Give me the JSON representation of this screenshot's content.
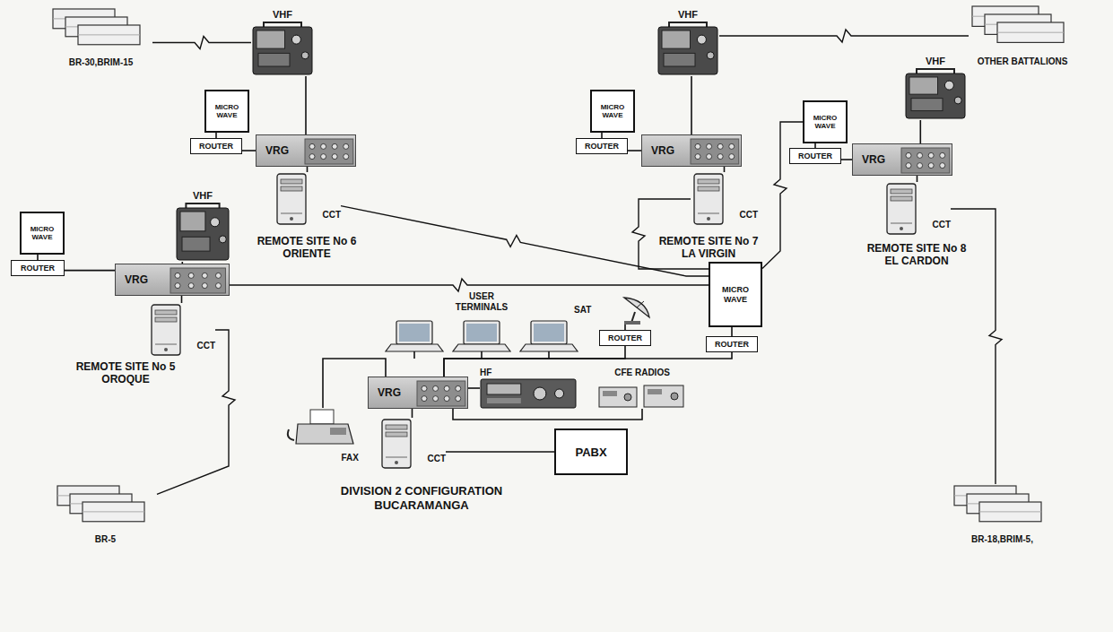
{
  "diagram": {
    "nodes": [
      {
        "text": [
          "BR-30,BRIM-15"
        ]
      },
      {
        "text": [
          "VHF"
        ]
      },
      {
        "text": [
          "MICRO WAVE"
        ]
      },
      {
        "text": [
          "ROUTER"
        ]
      },
      {
        "text": [
          "VRG"
        ]
      },
      {
        "text": [
          "CCT"
        ]
      },
      {
        "text": [
          "VHF"
        ]
      },
      {
        "text": [
          "MICRO WAVE"
        ]
      },
      {
        "text": [
          "ROUTER"
        ]
      },
      {
        "text": [
          "VRG"
        ]
      },
      {
        "text": [
          "CCT"
        ]
      },
      {
        "text": [
          "OTHER BATTALIONS"
        ]
      },
      {
        "text": [
          "VHF"
        ]
      },
      {
        "text": [
          "MICRO WAVE"
        ]
      },
      {
        "text": [
          "ROUTER"
        ]
      },
      {
        "text": [
          "VRG"
        ]
      },
      {
        "text": [
          "CCT"
        ]
      },
      {
        "text": [
          "BR-5"
        ]
      },
      {
        "text": [
          "VHF"
        ]
      },
      {
        "text": [
          "MICRO WAVE"
        ]
      },
      {
        "text": [
          "ROUTER"
        ]
      },
      {
        "text": [
          "VRG"
        ]
      },
      {
        "text": [
          "CCT"
        ]
      },
      {
        "text": [
          "BR-18,BRIM-5,"
        ]
      },
      {
        "text": [
          "SAT"
        ]
      },
      {
        "text": [
          "MICRO WAVE"
        ]
      },
      {
        "text": [
          "ROUTER"
        ]
      },
      {
        "text": [
          "ROUTER"
        ]
      },
      {
        "text": [
          "VRG"
        ]
      },
      {
        "text": [
          "HF"
        ]
      },
      {
        "text": [
          "CFE RADIOS"
        ]
      },
      {
        "text": [
          "FAX"
        ]
      },
      {
        "text": [
          "CCT"
        ]
      },
      {
        "text": [
          "PABX"
        ]
      }
    ],
    "edges": [
      {
        "from": 0,
        "to": 1,
        "arrow": "none"
      },
      {
        "from": 1,
        "to": 4,
        "arrow": "none"
      },
      {
        "from": 2,
        "to": 3,
        "arrow": "none"
      },
      {
        "from": 3,
        "to": 4,
        "arrow": "none"
      },
      {
        "from": 4,
        "to": 5,
        "arrow": "none"
      },
      {
        "from": 6,
        "to": 11,
        "arrow": "none"
      },
      {
        "from": 6,
        "to": 9,
        "arrow": "none"
      },
      {
        "from": 7,
        "to": 8,
        "arrow": "none"
      },
      {
        "from": 8,
        "to": 9,
        "arrow": "none"
      },
      {
        "from": 9,
        "to": 10,
        "arrow": "none"
      },
      {
        "from": 12,
        "to": 15,
        "arrow": "none"
      },
      {
        "from": 13,
        "to": 14,
        "arrow": "none"
      },
      {
        "from": 14,
        "to": 15,
        "arrow": "none"
      },
      {
        "from": 15,
        "to": 16,
        "arrow": "none"
      },
      {
        "from": 16,
        "to": 17,
        "arrow": "none"
      },
      {
        "from": 18,
        "to": 21,
        "arrow": "none"
      },
      {
        "from": 19,
        "to": 20,
        "arrow": "none"
      },
      {
        "from": 20,
        "to": 21,
        "arrow": "none"
      },
      {
        "from": 21,
        "to": 22,
        "arrow": "none"
      },
      {
        "from": 22,
        "to": 23,
        "arrow": "none"
      },
      {
        "from": 5,
        "to": 25,
        "arrow": "none"
      },
      {
        "from": 10,
        "to": 25,
        "arrow": "none"
      },
      {
        "from": 15,
        "to": 25,
        "arrow": "none"
      },
      {
        "from": 19,
        "to": 25,
        "arrow": "none"
      },
      {
        "from": 24,
        "to": 26,
        "arrow": "none"
      },
      {
        "from": 25,
        "to": 27,
        "arrow": "none"
      },
      {
        "from": 26,
        "to": 28,
        "arrow": "none"
      },
      {
        "from": 27,
        "to": 28,
        "arrow": "none"
      },
      {
        "from": 31,
        "to": 28,
        "arrow": "none"
      },
      {
        "from": 28,
        "to": 32,
        "arrow": "none"
      },
      {
        "from": 28,
        "to": 29,
        "arrow": "none"
      },
      {
        "from": 28,
        "to": 30,
        "arrow": "none"
      },
      {
        "from": 32,
        "to": 33,
        "arrow": "none"
      }
    ],
    "labels": [
      "REMOTE SITE No 6 ORIENTE",
      "REMOTE SITE No 7 LA VIRGIN",
      "REMOTE SITE No 5 OROQUE",
      "REMOTE SITE No 8 EL CARDON",
      "USER TERMINALS",
      "DIVISION 2 CONFIGURATION BUCARAMANGA"
    ]
  }
}
